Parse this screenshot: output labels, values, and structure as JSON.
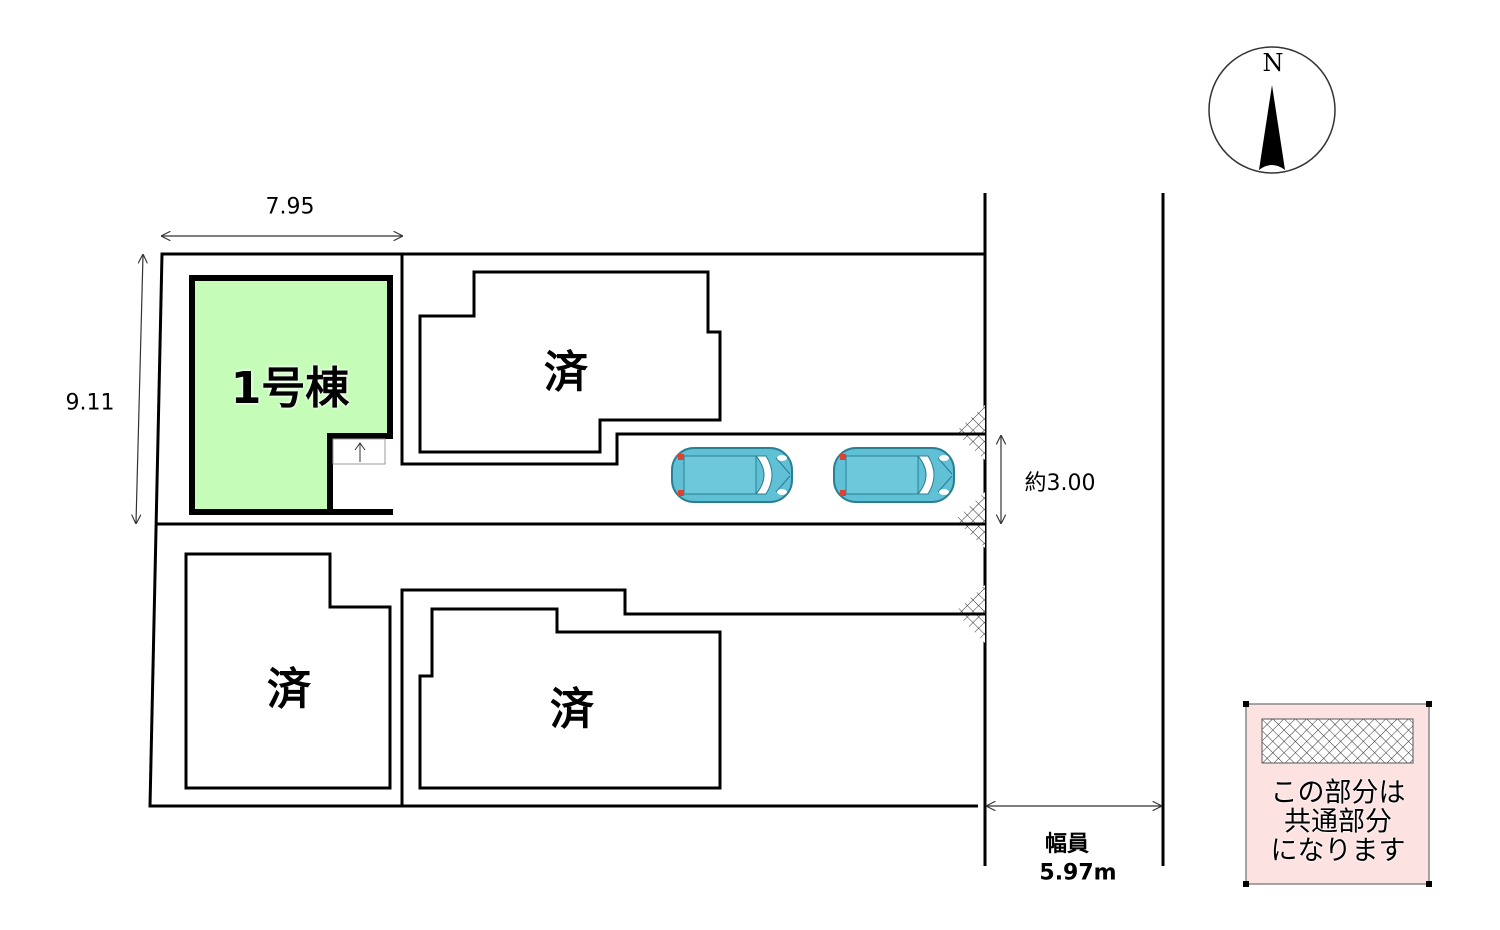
{
  "compass": {
    "label": "N"
  },
  "dimensions": {
    "width_top": "7.95",
    "depth_left": "9.11",
    "driveway_width": "約3.00",
    "road_label": "幅員",
    "road_width": "5.97m"
  },
  "lots": [
    {
      "label": "1号棟",
      "status": "for-sale",
      "fill": "#c4fcb8"
    },
    {
      "label": "済",
      "status": "sold"
    },
    {
      "label": "済",
      "status": "sold"
    },
    {
      "label": "済",
      "status": "sold"
    }
  ],
  "legend": {
    "lines": [
      "この部分は",
      "共通部分",
      "になります"
    ],
    "fill": "#fde2e2"
  },
  "car_color": "#5fc0d6"
}
